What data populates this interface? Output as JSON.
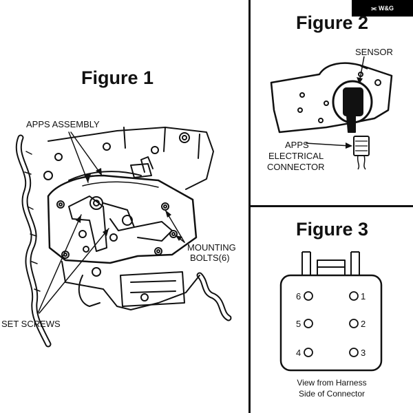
{
  "logo": {
    "text": "W&G",
    "icon": "wings-icon"
  },
  "figure1": {
    "title": "Figure 1",
    "labels": {
      "apps_assembly": "APPS ASSEMBLY",
      "mounting_bolts_line1": "MOUNTING",
      "mounting_bolts_line2": "BOLTS(6)",
      "set_screws": "SET SCREWS"
    }
  },
  "figure2": {
    "title": "Figure 2",
    "labels": {
      "sensor": "SENSOR",
      "connector_line1": "APPS",
      "connector_line2": "ELECTRICAL",
      "connector_line3": "CONNECTOR"
    }
  },
  "figure3": {
    "title": "Figure 3",
    "pins": [
      "1",
      "2",
      "3",
      "4",
      "5",
      "6"
    ],
    "caption_line1": "View from Harness",
    "caption_line2": "Side of Connector"
  }
}
